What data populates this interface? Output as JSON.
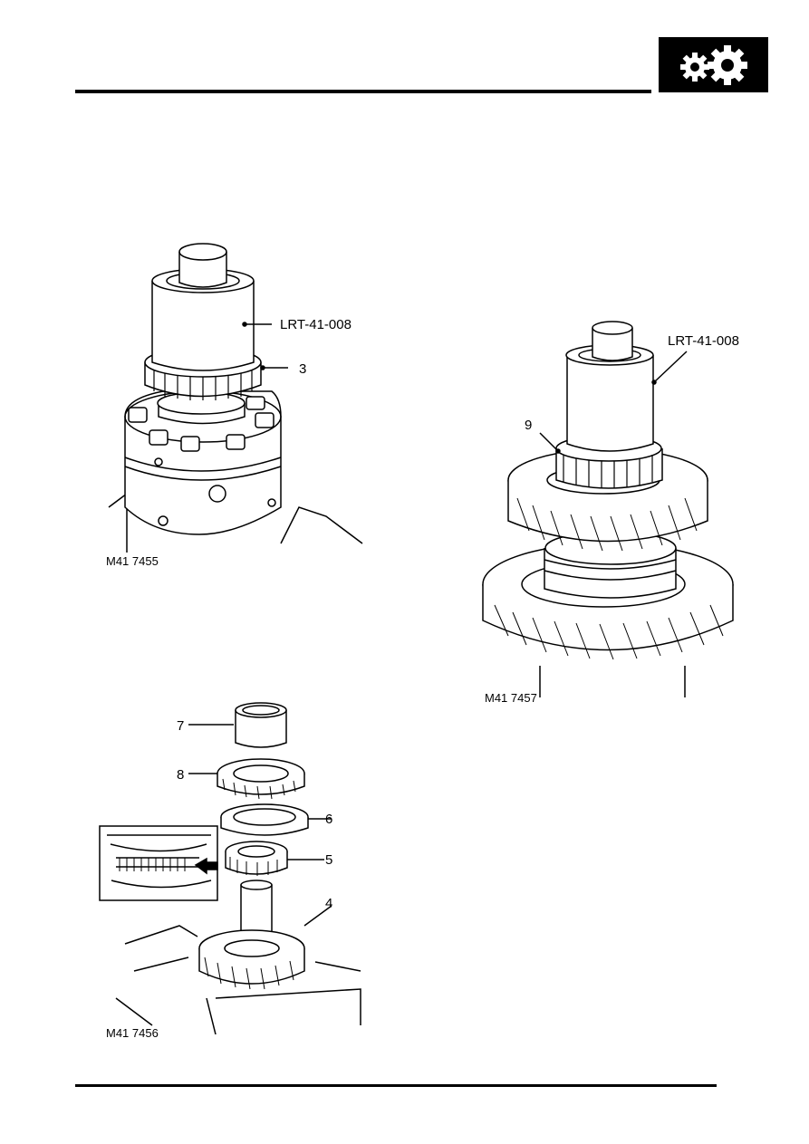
{
  "header": {
    "badge_icon": "gears-icon"
  },
  "figures": [
    {
      "id": "fig1",
      "caption": "M41 7455",
      "labels": {
        "tool": "LRT-41-008",
        "part_3": "3"
      }
    },
    {
      "id": "fig2",
      "caption": "M41 7456",
      "labels": {
        "part_7": "7",
        "part_8": "8",
        "part_6": "6",
        "part_5": "5",
        "part_4": "4"
      }
    },
    {
      "id": "fig3",
      "caption": "M41 7457",
      "labels": {
        "tool": "LRT-41-008",
        "part_9": "9"
      }
    }
  ]
}
